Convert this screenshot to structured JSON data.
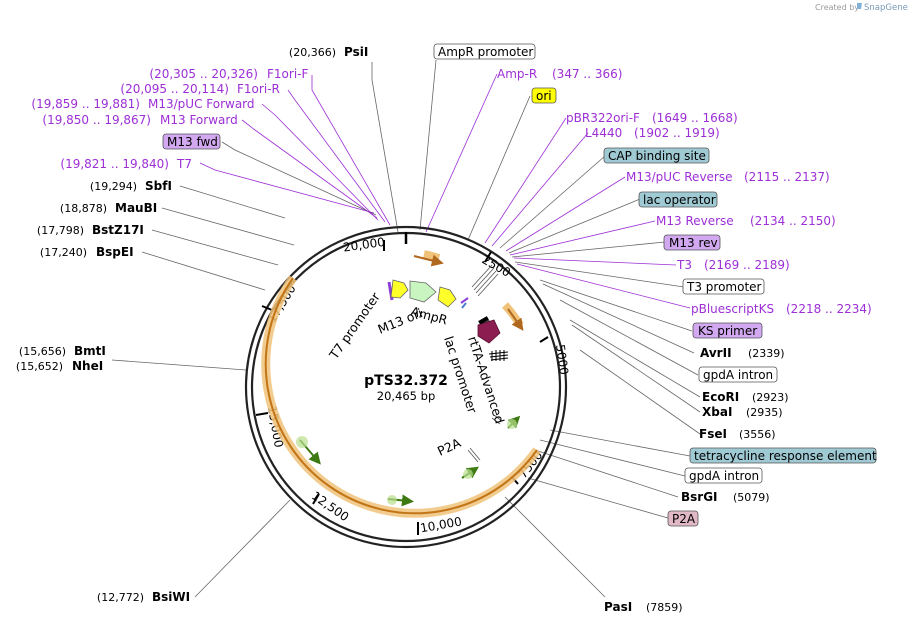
{
  "watermark": {
    "prefix": "Created by",
    "product": "SnapGene",
    "icon": "snapgene-logo-icon"
  },
  "plasmid": {
    "name": "pTS32.372",
    "length_label": "20,465 bp"
  },
  "colors": {
    "feature_purple": "#9d2fd6",
    "yellow_box": "#ffff00",
    "blue_box": "#9fc9d3",
    "lilac_box": "#d2a8f0",
    "pink_box": "#e1b8c6",
    "orange_feature": "#e1a049",
    "green_arrow": "#70b036",
    "maroon_arrow": "#8b1d50"
  },
  "position_ticks": [
    "20,000",
    "2500",
    "5000",
    "7500",
    "10,000",
    "12,500",
    "15,000",
    "17,500"
  ],
  "left_labels": [
    {
      "pos": "(20,366)",
      "name": "PsiI",
      "kind": "enzyme"
    },
    {
      "pos": "(20,305 .. 20,326)",
      "name": "F1ori-F",
      "kind": "feature"
    },
    {
      "pos": "(20,095 .. 20,114)",
      "name": "F1ori-R",
      "kind": "feature"
    },
    {
      "pos": "(19,859 .. 19,881)",
      "name": "M13/pUC Forward",
      "kind": "feature"
    },
    {
      "pos": "(19,850 .. 19,867)",
      "name": "M13 Forward",
      "kind": "feature"
    },
    {
      "name": "M13 fwd",
      "kind": "box"
    },
    {
      "pos": "(19,821 .. 19,840)",
      "name": "T7",
      "kind": "feature"
    },
    {
      "pos": "(19,294)",
      "name": "SbfI",
      "kind": "enzyme"
    },
    {
      "pos": "(18,878)",
      "name": "MauBI",
      "kind": "enzyme"
    },
    {
      "pos": "(17,798)",
      "name": "BstZ17I",
      "kind": "enzyme"
    },
    {
      "pos": "(17,240)",
      "name": "BspEI",
      "kind": "enzyme"
    },
    {
      "pos": "(15,656)",
      "name": "BmtI",
      "kind": "enzyme"
    },
    {
      "pos": "(15,652)",
      "name": "NheI",
      "kind": "enzyme"
    },
    {
      "pos": "(12,772)",
      "name": "BsiWI",
      "kind": "enzyme"
    }
  ],
  "right_labels": [
    {
      "name": "AmpR promoter",
      "kind": "box-white"
    },
    {
      "name": "Amp-R",
      "pos": "(347 .. 366)",
      "kind": "feature"
    },
    {
      "name": "ori",
      "kind": "box-yellow"
    },
    {
      "name": "pBR322ori-F",
      "pos": "(1649 .. 1668)",
      "kind": "feature"
    },
    {
      "name": "L4440",
      "pos": "(1902 .. 1919)",
      "kind": "feature"
    },
    {
      "name": "CAP binding site",
      "kind": "box-blue"
    },
    {
      "name": "M13/pUC Reverse",
      "pos": "(2115 .. 2137)",
      "kind": "feature"
    },
    {
      "name": "lac operator",
      "kind": "box-blue"
    },
    {
      "name": "M13 Reverse",
      "pos": "(2134 .. 2150)",
      "kind": "feature"
    },
    {
      "name": "M13 rev",
      "kind": "box-lilac"
    },
    {
      "name": "T3",
      "pos": "(2169 .. 2189)",
      "kind": "feature"
    },
    {
      "name": "T3 promoter",
      "kind": "box-white"
    },
    {
      "name": "pBluescriptKS",
      "pos": "(2218 .. 2234)",
      "kind": "feature"
    },
    {
      "name": "KS primer",
      "kind": "box-lilac"
    },
    {
      "name": "AvrII",
      "pos": "(2339)",
      "kind": "enzyme"
    },
    {
      "name": "gpdA intron",
      "kind": "box-white"
    },
    {
      "name": "EcoRI",
      "pos": "(2923)",
      "kind": "enzyme"
    },
    {
      "name": "XbaI",
      "pos": "(2935)",
      "kind": "enzyme"
    },
    {
      "name": "FseI",
      "pos": "(3556)",
      "kind": "enzyme"
    },
    {
      "name": "tetracycline response element",
      "kind": "box-blue"
    },
    {
      "name": "gpdA intron",
      "kind": "box-white"
    },
    {
      "name": "BsrGI",
      "pos": "(5079)",
      "kind": "enzyme"
    },
    {
      "name": "P2A",
      "kind": "box-pink"
    },
    {
      "name": "PasI",
      "pos": "(7859)",
      "kind": "enzyme"
    }
  ],
  "inner_labels": [
    "T7 promoter",
    "M13 ori",
    "AmpR",
    "lac promoter",
    "rtTA-Advanced",
    "P2A"
  ]
}
